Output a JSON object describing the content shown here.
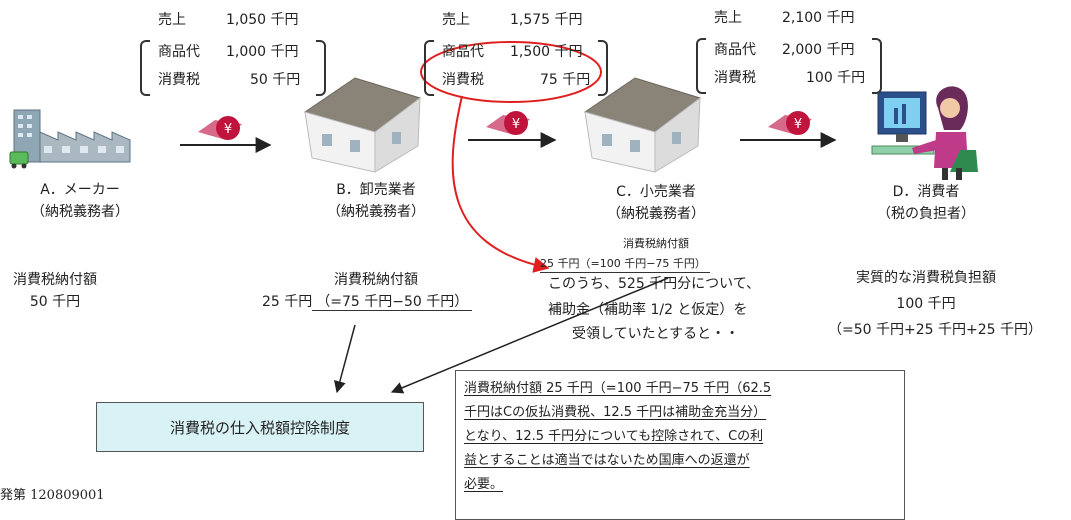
{
  "flows": [
    {
      "sales_label": "売上",
      "sales_value": "1,050 千円",
      "goods_label": "商品代",
      "goods_value": "1,000 千円",
      "tax_label": "消費税",
      "tax_value": "50 千円"
    },
    {
      "sales_label": "売上",
      "sales_value": "1,575 千円",
      "goods_label": "商品代",
      "goods_value": "1,500 千円",
      "tax_label": "消費税",
      "tax_value": "75 千円"
    },
    {
      "sales_label": "売上",
      "sales_value": "2,100 千円",
      "goods_label": "商品代",
      "goods_value": "2,000 千円",
      "tax_label": "消費税",
      "tax_value": "100 千円"
    }
  ],
  "yen_symbol": "¥",
  "entities": [
    {
      "name": "A．メーカー",
      "role": "（納税義務者）"
    },
    {
      "name": "B．卸売業者",
      "role": "（納税義務者）"
    },
    {
      "name": "C．小売業者",
      "role": "（納税義務者）"
    },
    {
      "name": "D．消費者",
      "role": "（税の負担者）"
    }
  ],
  "payments": {
    "a_label": "消費税納付額",
    "a_value": "50 千円",
    "b_label": "消費税納付額",
    "b_value_prefix": "25 千円",
    "b_value_calc": "（=75 千円−50 千円）",
    "c_label": "消費税納付額",
    "c_value": "25 千円（=100 千円−75 千円）",
    "d_label": "実質的な消費税負担額",
    "d_value": "100 千円",
    "d_calc": "（=50 千円+25 千円+25 千円）"
  },
  "subsidy_text": {
    "line1": "このうち、525 千円分について、",
    "line2": "補助金（補助率 1/2 と仮定）を",
    "line3": "受領していたとすると・・"
  },
  "deduction_box": "消費税の仕入税額控除制度",
  "note_lines": [
    "消費税納付額 25 千円（=100 千円−75 千円（62.5",
    "千円はCの仮払消費税、12.5 千円は補助金充当分）",
    "となり、12.5 千円分についても控除されて、Cの利",
    "益とすることは適当ではないため国庫への返還が",
    "必要。"
  ],
  "footer_code": "発第 120809001",
  "colors": {
    "highlight_red": "#e02020",
    "yen_red": "#c0143c",
    "box_fill": "#d9f2f6"
  }
}
